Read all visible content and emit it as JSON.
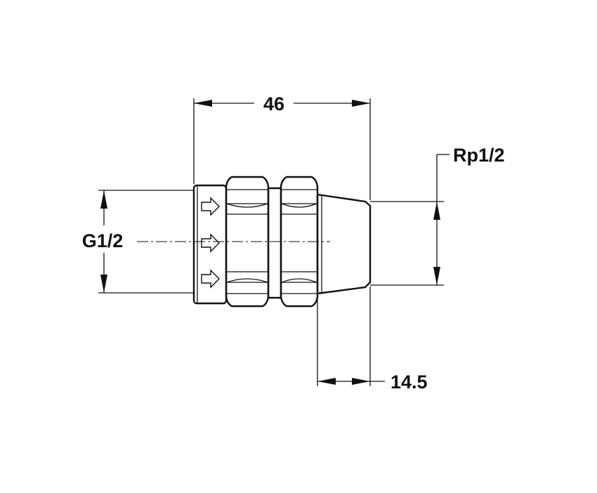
{
  "dimensions": {
    "overall_length": "46",
    "end_length": "14.5",
    "inlet_thread": "G1/2",
    "outlet_thread": "Rp1/2"
  },
  "icons": {
    "flow_arrow": "flow-direction-arrow-icon"
  }
}
